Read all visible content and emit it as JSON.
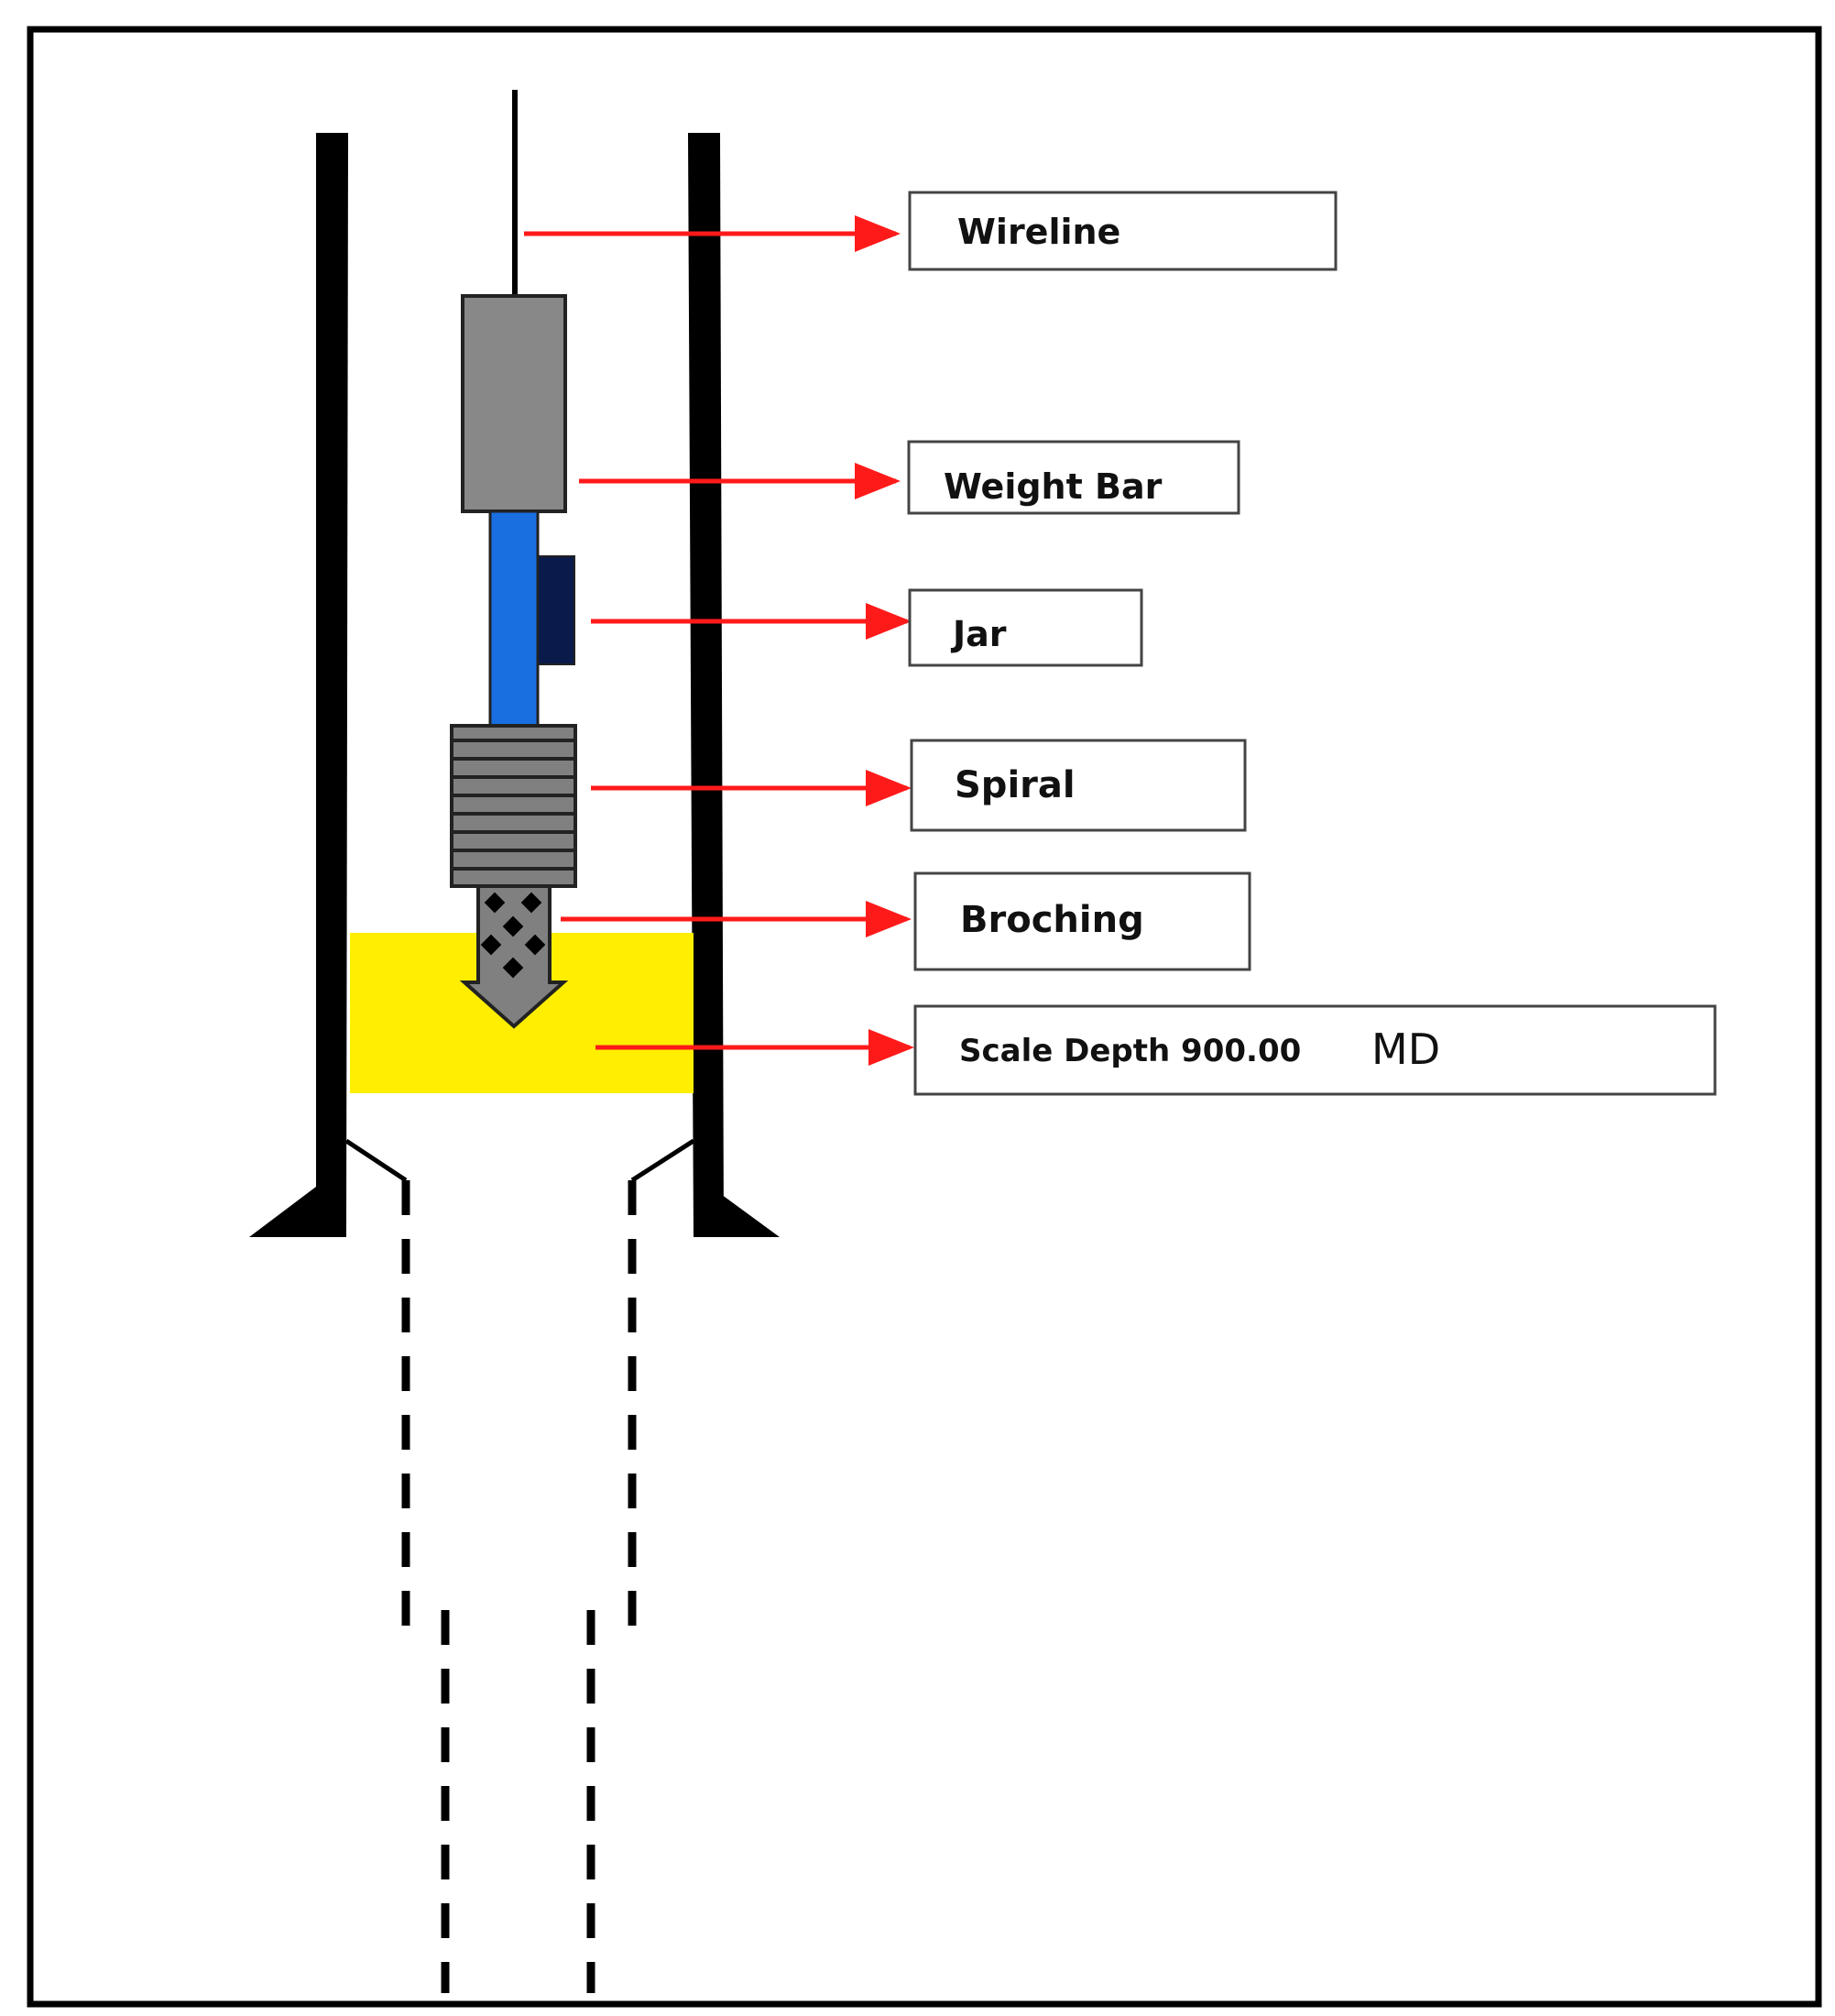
{
  "labels": {
    "wireline": "Wireline",
    "weight_bar": "Weight Bar",
    "jar": "Jar",
    "spiral": "Spiral",
    "broching": "Broching",
    "scale_depth": "Scale Depth 900.00",
    "scale_depth_unit": "MD"
  },
  "colors": {
    "arrow": "#ff1a1a",
    "scale_zone": "#ffee00",
    "weight_bar": "#888888",
    "jar_body": "#1a6fe0",
    "jar_block": "#0a1a4a",
    "spiral": "#808080",
    "broching": "#808080",
    "tubing": "#000000"
  },
  "icons": {
    "arrow": "arrow-right-icon"
  }
}
